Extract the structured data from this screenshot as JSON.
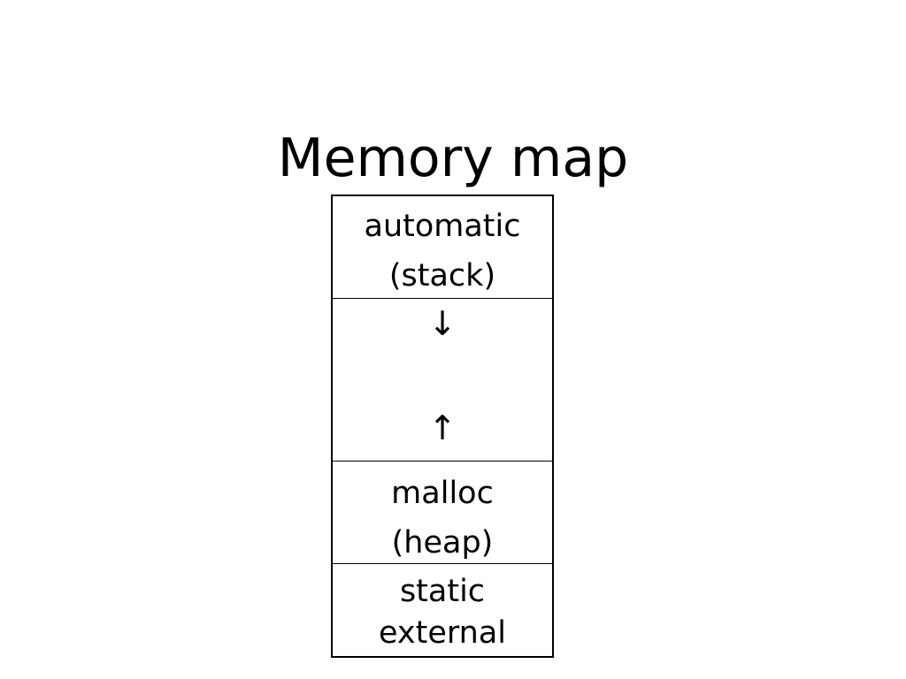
{
  "title": "Memory map",
  "regions": {
    "stack": {
      "line1": "automatic",
      "line2": "(stack)"
    },
    "gap": {
      "down_arrow": "↓",
      "up_arrow": "↑"
    },
    "heap": {
      "line1": "malloc",
      "line2": "(heap)"
    },
    "static": {
      "line1": "static",
      "line2": "external"
    }
  }
}
